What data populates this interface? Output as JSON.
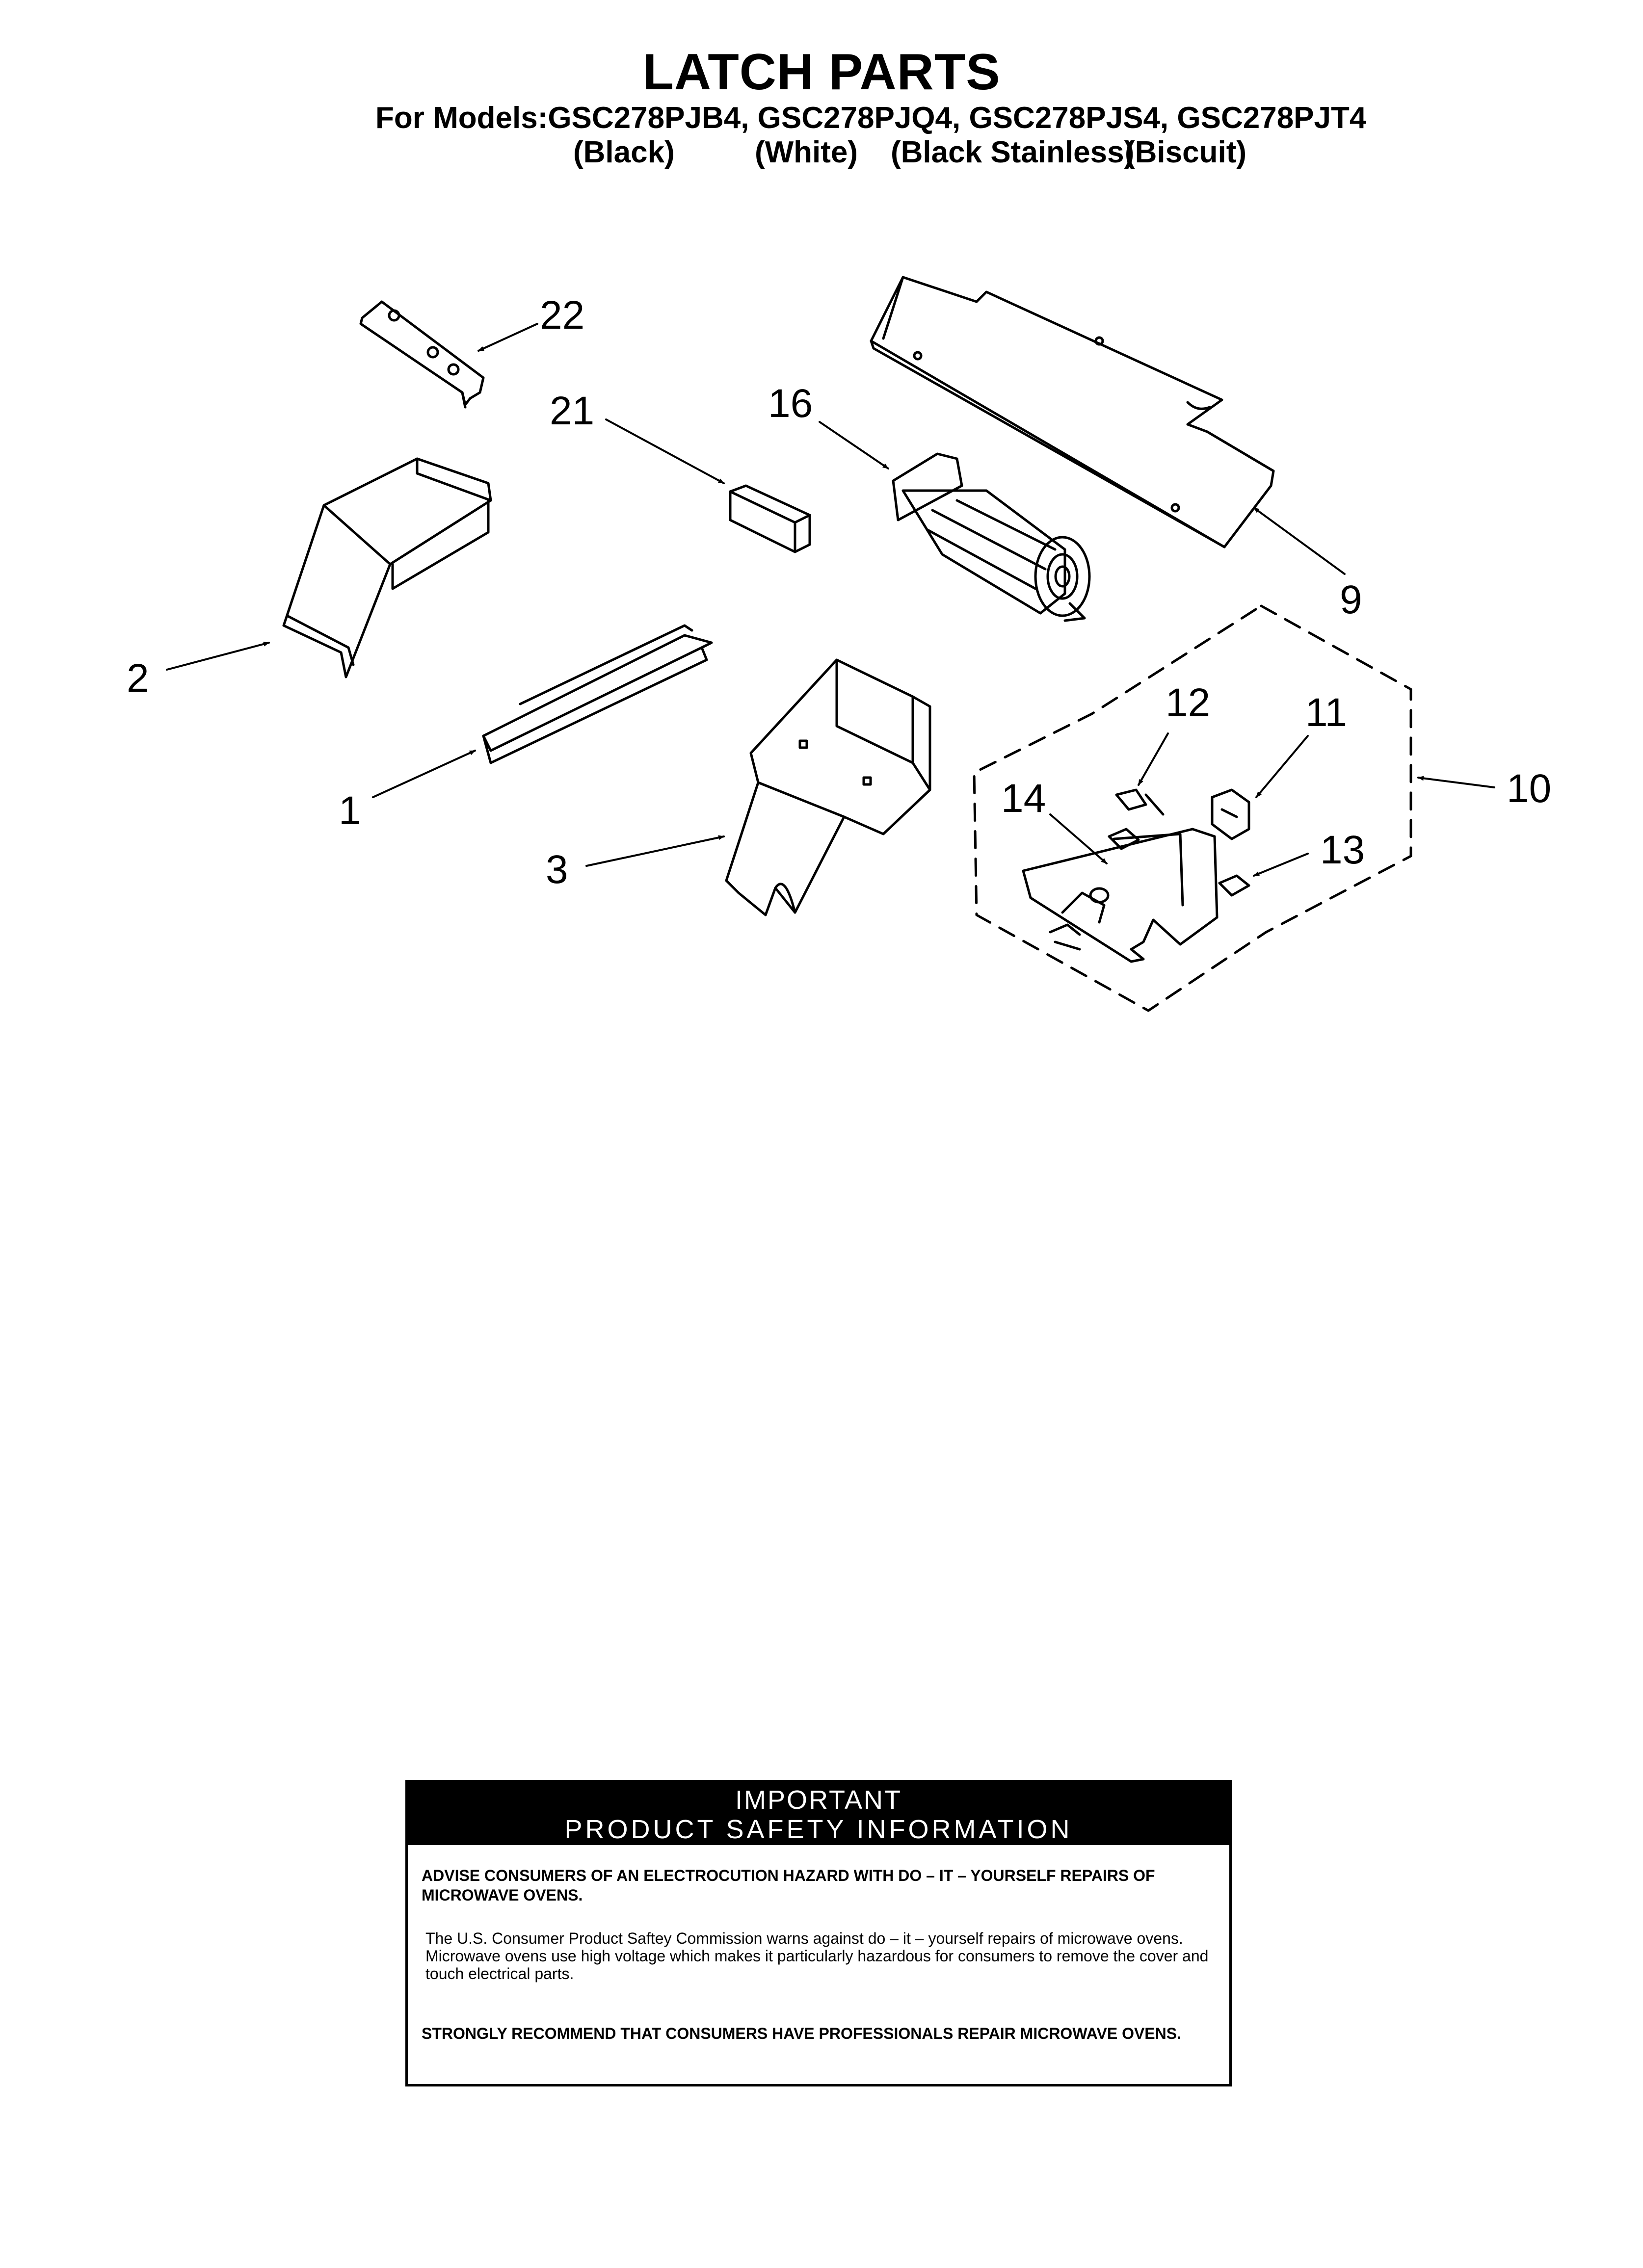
{
  "header": {
    "title": "LATCH PARTS",
    "models_line": "For Models:GSC278PJB4, GSC278PJQ4, GSC278PJS4, GSC278PJT4",
    "variants": [
      "(Black)",
      "(White)",
      "(Black Stainless)",
      "(Biscuit)"
    ]
  },
  "callouts": [
    "22",
    "21",
    "16",
    "9",
    "2",
    "1",
    "3",
    "12",
    "11",
    "10",
    "14",
    "13"
  ],
  "safety": {
    "heading_line1": "IMPORTANT",
    "heading_line2": "PRODUCT SAFETY INFORMATION",
    "warning": "ADVISE CONSUMERS OF AN ELECTROCUTION HAZARD WITH DO – IT – YOURSELF REPAIRS OF MICROWAVE OVENS.",
    "body": "The U.S. Consumer Product Saftey Commission warns against do – it – yourself repairs of microwave ovens. Microwave ovens use high voltage which makes it particularly hazardous for consumers to remove the cover and touch electrical parts.",
    "recommendation": "STRONGLY RECOMMEND THAT CONSUMERS HAVE PROFESSIONALS REPAIR MICROWAVE OVENS."
  }
}
